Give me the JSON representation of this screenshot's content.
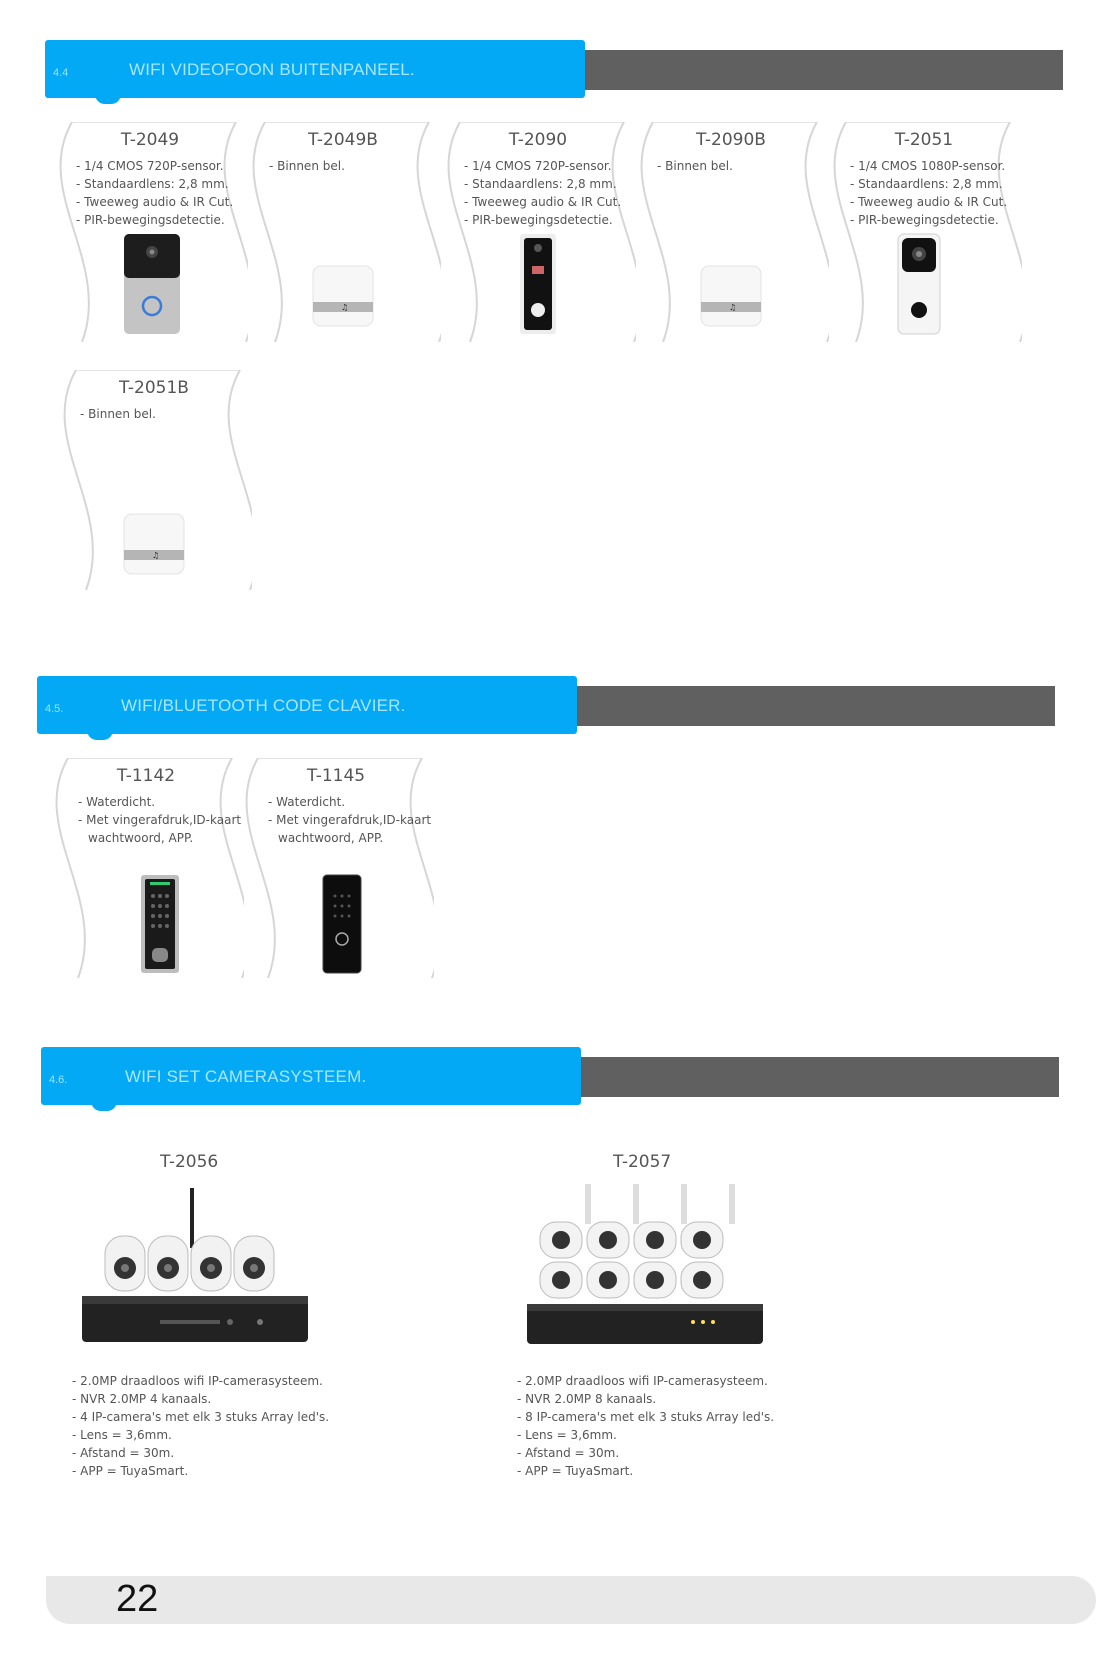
{
  "sections": [
    {
      "number": "4.4",
      "title": "WIFI VIDEOFOON BUITENPANEEL."
    },
    {
      "number": "4.5.",
      "title": "WIFI/BLUETOOTH CODE CLAVIER."
    },
    {
      "number": "4.6.",
      "title": "WIFI SET CAMERASYSTEEM."
    }
  ],
  "doorbells": [
    {
      "model": "T-2049",
      "features": [
        "1/4 CMOS 720P-sensor.",
        "Standaardlens: 2,8 mm.",
        "Tweeweg audio & IR Cut.",
        "PIR-bewegingsdetectie."
      ],
      "icon": "doorbell-silver-icon"
    },
    {
      "model": "T-2049B",
      "features": [
        "Binnen bel."
      ],
      "icon": "chime-icon"
    },
    {
      "model": "T-2090",
      "features": [
        "1/4 CMOS 720P-sensor.",
        "Standaardlens: 2,8 mm.",
        "Tweeweg audio & IR Cut.",
        "PIR-bewegingsdetectie."
      ],
      "icon": "doorbell-black-icon"
    },
    {
      "model": "T-2090B",
      "features": [
        "Binnen bel."
      ],
      "icon": "chime-icon"
    },
    {
      "model": "T-2051",
      "features": [
        "1/4 CMOS 1080P-sensor.",
        "Standaardlens: 2,8 mm.",
        "Tweeweg audio & IR Cut.",
        "PIR-bewegingsdetectie."
      ],
      "icon": "doorbell-white-icon"
    },
    {
      "model": "T-2051B",
      "features": [
        "Binnen bel."
      ],
      "icon": "chime-icon"
    }
  ],
  "keypads": [
    {
      "model": "T-1142",
      "features": [
        "Waterdicht.",
        "Met vingerafdruk,ID-kaart"
      ],
      "extra": "wachtwoord, APP."
    },
    {
      "model": "T-1145",
      "features": [
        "Waterdicht.",
        "Met vingerafdruk,ID-kaart"
      ],
      "extra": "wachtwoord, APP."
    }
  ],
  "camera_sets": [
    {
      "model": "T-2056",
      "features": [
        "2.0MP draadloos wifi IP-camerasysteem.",
        "NVR 2.0MP 4 kanaals.",
        "4 IP-camera's met elk 3 stuks Array led's.",
        "Lens = 3,6mm.",
        "Afstand = 30m.",
        "APP = TuyaSmart."
      ]
    },
    {
      "model": "T-2057",
      "features": [
        "2.0MP draadloos wifi IP-camerasysteem.",
        "NVR 2.0MP 8 kanaals.",
        "8 IP-camera's met elk 3 stuks Array led's.",
        "Lens = 3,6mm.",
        "Afstand = 30m.",
        "APP = TuyaSmart."
      ]
    }
  ],
  "page_number": "22",
  "colors": {
    "accent": "#03a9f4",
    "bar": "#606060"
  }
}
